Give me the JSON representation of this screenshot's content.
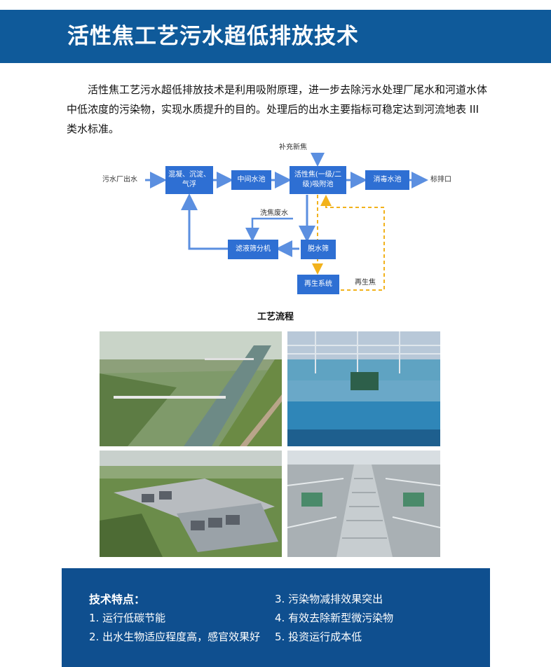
{
  "header": {
    "title": "活性焦工艺污水超低排放技术"
  },
  "intro": "活性焦工艺污水超低排放技术是利用吸附原理，进一步去除污水处理厂尾水和河道水体中低浓度的污染物，实现水质提升的目的。处理后的出水主要指标可稳定达到河流地表 III 类水标准。",
  "flow": {
    "top_label": "补充新焦",
    "input_label": "污水厂出水",
    "output_label": "标排口",
    "boxes": {
      "coagulation": "混凝、沉淀、气浮",
      "middle_tank": "中间水池",
      "adsorption": "活性焦(一级/二级)吸附池",
      "disinfection": "消毒水池",
      "filter_press": "滤液筛分机",
      "dewater": "脱水筛",
      "regeneration": "再生系统"
    },
    "wash_label": "洗焦废水",
    "regen_label": "再生焦",
    "caption": "工艺流程",
    "colors": {
      "box": "#2e6fd3",
      "arrow": "#5b8fe0",
      "dashed": "#f2b21c"
    }
  },
  "photos": [
    {
      "name": "river-photo"
    },
    {
      "name": "tank-photo"
    },
    {
      "name": "plant-aerial-photo"
    },
    {
      "name": "walkway-photo"
    }
  ],
  "features": {
    "title": "技术特点：",
    "items": [
      "1. 运行低碳节能",
      "2. 出水生物适应程度高，感官效果好",
      "3. 污染物减排效果突出",
      "4. 有效去除新型微污染物",
      "5. 投资运行成本低"
    ]
  },
  "colors": {
    "header": "#0f5a9a",
    "panel": "#0f4f8f"
  }
}
